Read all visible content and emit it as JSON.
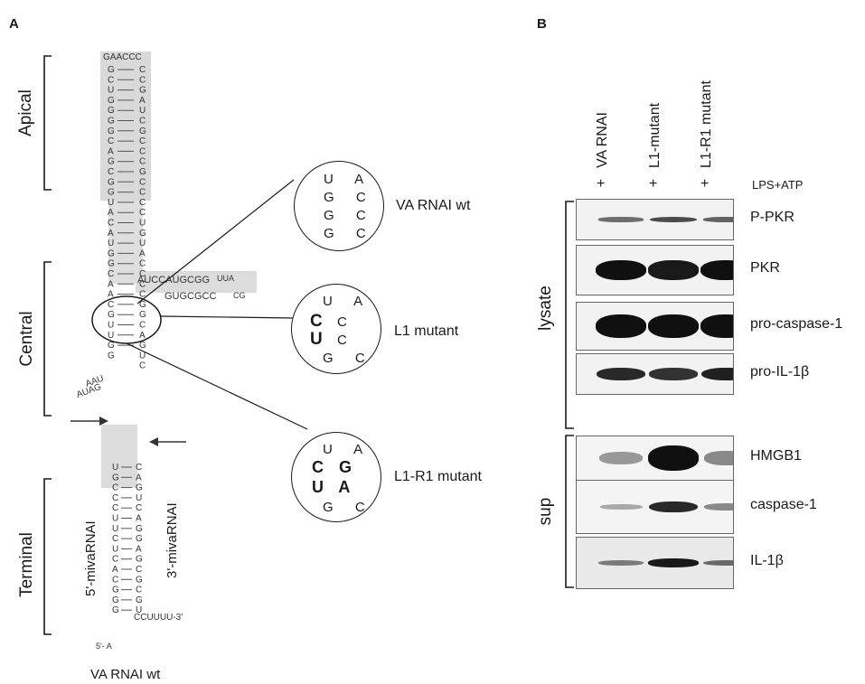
{
  "panel_a": {
    "letter": "A",
    "regions": {
      "apical": "Apical",
      "central": "Central",
      "terminal": "Terminal"
    },
    "caption": "VA RNAI wt",
    "strand_5p_label": "5'-mivaRNAI",
    "strand_3p_label": "3'-mivaRNAI",
    "end_5p": "5'- A",
    "end_3p": "CCUUUU-3'",
    "central_branch_top": "AUCCAUGCGG",
    "central_branch_bottom": "GUGCGCC",
    "central_branch_tip_top": "UUA",
    "central_branch_tip_bottom": "CG",
    "left_bulge": "AUAG",
    "left_bulge_top": "AAU",
    "stem_left": [
      "G",
      "C",
      "U",
      "G",
      "G",
      "G",
      "G",
      "C",
      "A",
      "G",
      "C",
      "G",
      "G",
      "U",
      "A",
      "C",
      "A",
      "U",
      "G",
      "G",
      "C",
      "A",
      "A",
      "C",
      "G",
      "U",
      "U",
      "G",
      "G"
    ],
    "stem_right": [
      "C",
      "C",
      "G",
      "A",
      "U",
      "C",
      "G",
      "C",
      "C",
      "C",
      "G",
      "C",
      "C",
      "C",
      "C",
      "U",
      "G",
      "U",
      "A",
      "C",
      "C",
      "C",
      "C",
      "G",
      "G",
      "C",
      "A",
      "G",
      "U",
      "C"
    ],
    "loop_top": "GAACCC",
    "terminal_left": [
      "U",
      "G",
      "C",
      "C",
      "C",
      "U",
      "U",
      "C",
      "U",
      "C",
      "A",
      "C",
      "G",
      "G",
      "G"
    ],
    "terminal_right": [
      "C",
      "A",
      "G",
      "U",
      "C",
      "A",
      "G",
      "G",
      "A",
      "G",
      "C",
      "G",
      "C",
      "G",
      "U"
    ],
    "mutants": [
      {
        "label": "VA RNAI wt",
        "pairs": [
          "U A",
          "G C",
          "G C",
          "G C"
        ],
        "bold": []
      },
      {
        "label": "L1 mutant",
        "pairs": [
          "U A",
          "C C",
          "U C",
          "G C"
        ],
        "bold": [
          "C",
          "U"
        ]
      },
      {
        "label": "L1-R1 mutant",
        "pairs": [
          "U A",
          "C G",
          "U A",
          "G C"
        ],
        "bold": [
          "C G",
          "U A"
        ]
      }
    ]
  },
  "panel_b": {
    "letter": "B",
    "treatment": "LPS+ATP",
    "lanes": [
      "VA RNAI",
      "L1-mutant",
      "L1-R1 mutant"
    ],
    "lane_marks": [
      "+",
      "+",
      "+"
    ],
    "groups": {
      "lysate": "lysate",
      "sup": "sup"
    },
    "lysate_blots": [
      {
        "label": "P-PKR",
        "intensity": [
          0.45,
          0.65,
          0.5
        ]
      },
      {
        "label": "PKR",
        "intensity": [
          1.0,
          0.95,
          1.0
        ]
      },
      {
        "label": "pro-caspase-1",
        "intensity": [
          1.0,
          1.0,
          1.0
        ]
      },
      {
        "label": "pro-IL-1β",
        "intensity": [
          0.85,
          0.8,
          0.9
        ]
      }
    ],
    "sup_blots": [
      {
        "label": "HMGB1",
        "intensity": [
          0.2,
          1.0,
          0.3
        ]
      },
      {
        "label": "caspase-1",
        "intensity": [
          0.1,
          0.85,
          0.3
        ]
      },
      {
        "label": "IL-1β",
        "intensity": [
          0.35,
          0.95,
          0.45
        ]
      }
    ]
  }
}
